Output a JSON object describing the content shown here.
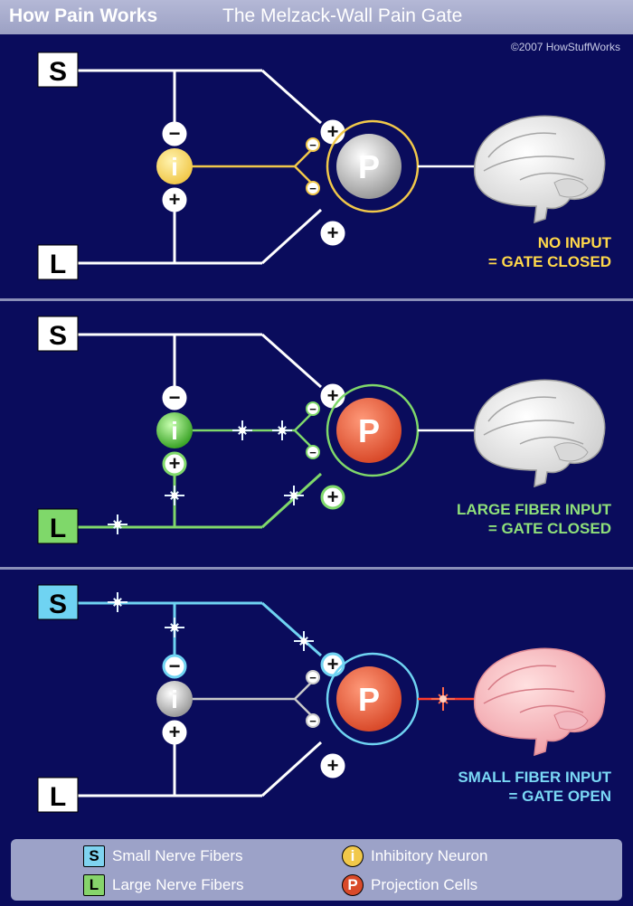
{
  "header": {
    "title": "How Pain Works",
    "subtitle": "The Melzack-Wall Pain Gate"
  },
  "copyright": "©2007 HowStuffWorks",
  "labels": {
    "small": "S",
    "large": "L",
    "inhibitory": "i",
    "projection": "P",
    "minus": "−",
    "plus": "+"
  },
  "panels": [
    {
      "caption_line1": "NO INPUT",
      "caption_line2": "= GATE CLOSED",
      "caption_color": "#ffd84a"
    },
    {
      "caption_line1": "LARGE FIBER INPUT",
      "caption_line2": "= GATE CLOSED",
      "caption_color": "#8fe07a"
    },
    {
      "caption_line1": "SMALL FIBER INPUT",
      "caption_line2": "= GATE OPEN",
      "caption_color": "#7ad8f5"
    }
  ],
  "colors": {
    "inhibitory": "#f1c84a",
    "projection": "#d94a2a",
    "small_fiber": "#6fd3f2",
    "large_fiber": "#7fd86a",
    "inactive": "#c9c9c9",
    "signal_red": "#ff3b2a"
  },
  "legend": {
    "small": {
      "letter": "S",
      "text": "Small Nerve Fibers",
      "icon_color": "#7fd3f0"
    },
    "large": {
      "letter": "L",
      "text": "Large Nerve Fibers",
      "icon_color": "#86d46b"
    },
    "inhibitory": {
      "letter": "i",
      "text": "Inhibitory Neuron",
      "icon_color": "#f1c84a"
    },
    "projection": {
      "letter": "P",
      "text": "Projection Cells",
      "icon_color": "#d94a2a"
    }
  }
}
